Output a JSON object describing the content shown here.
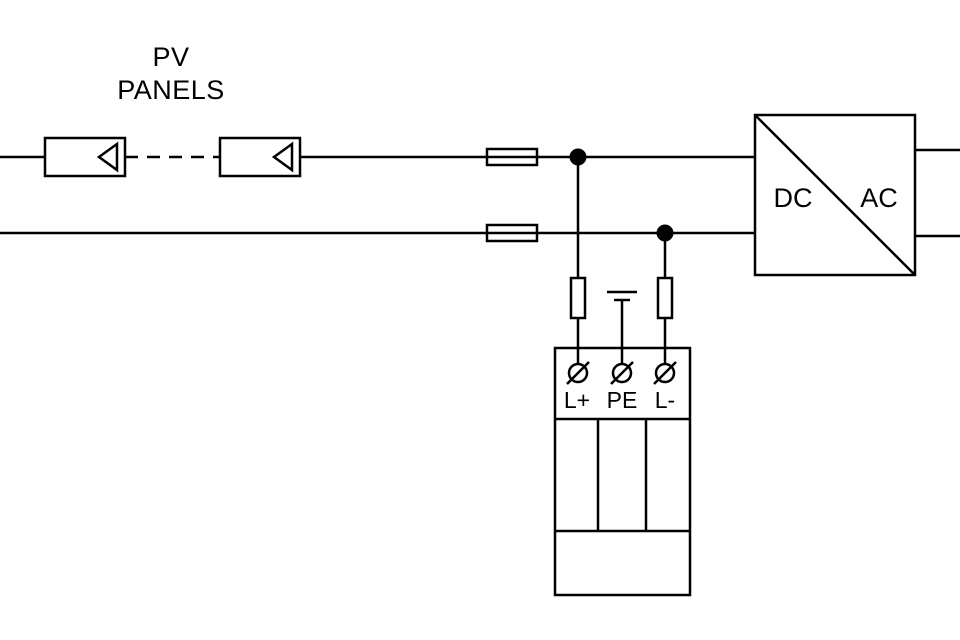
{
  "title": {
    "pv_line1": "PV",
    "pv_line2": "PANELS"
  },
  "inverter": {
    "dc_label": "DC",
    "ac_label": "AC"
  },
  "spd": {
    "terminals": [
      {
        "label": "L+"
      },
      {
        "label": "PE"
      },
      {
        "label": "L-"
      }
    ]
  },
  "symbols": [
    "pv-module-icon",
    "fuse-icon",
    "junction-dot-icon",
    "earth-ground-icon",
    "screw-terminal-icon",
    "dc-ac-inverter-icon",
    "surge-protection-device-icon"
  ],
  "colors": {
    "line": "#000000",
    "background": "#ffffff"
  }
}
